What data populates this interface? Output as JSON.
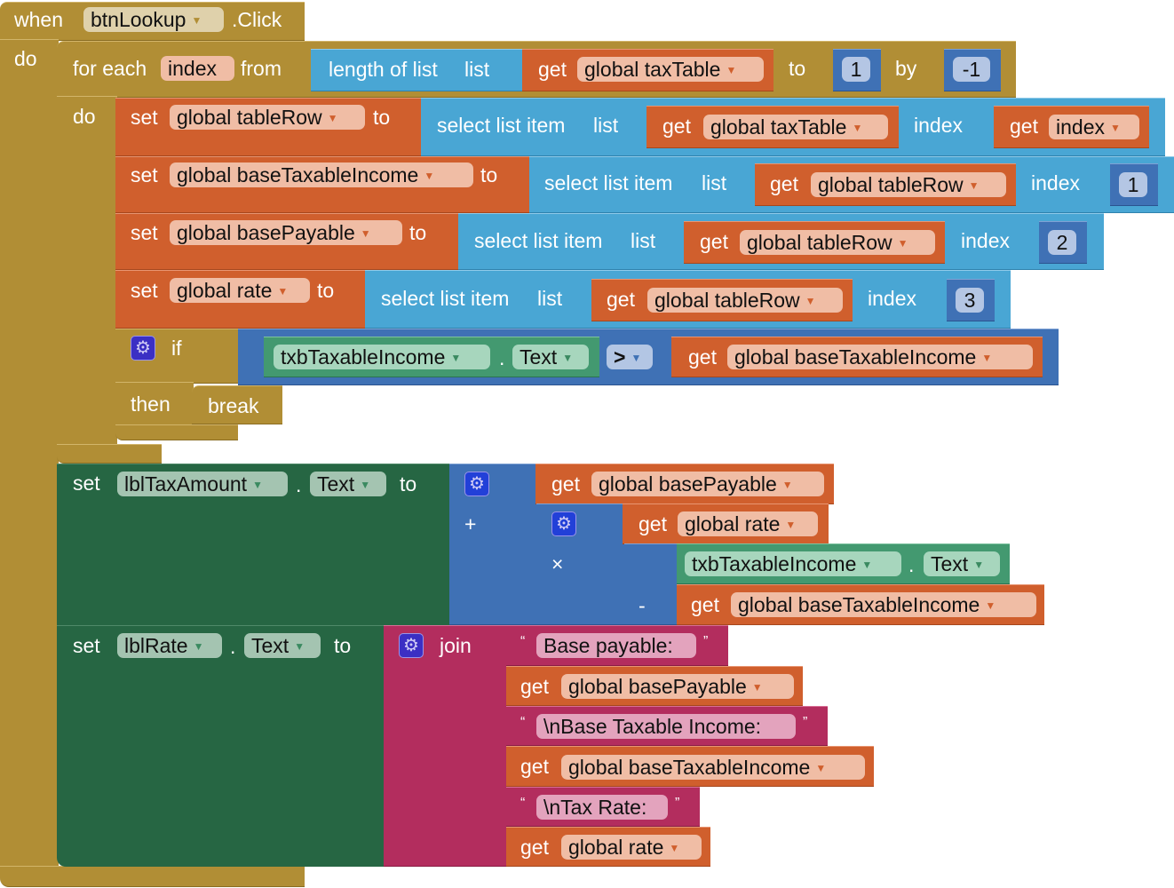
{
  "event": {
    "when": "when",
    "component": "btnLookup",
    "event": ".Click",
    "do": "do"
  },
  "for_loop": {
    "for_each": "for each",
    "var": "index",
    "from": "from",
    "length_of_list": "length of list",
    "list": "list",
    "get": "get",
    "from_var": "global taxTable",
    "to": "to",
    "to_value": "1",
    "by": "by",
    "by_value": "-1",
    "do": "do"
  },
  "sets": [
    {
      "set": "set",
      "var": "global tableRow",
      "to": "to",
      "select": "select list item",
      "list": "list",
      "get": "get",
      "list_var": "global taxTable",
      "index": "index",
      "index_get": "get",
      "index_var": "index"
    },
    {
      "set": "set",
      "var": "global baseTaxableIncome",
      "to": "to",
      "select": "select list item",
      "list": "list",
      "get": "get",
      "list_var": "global tableRow",
      "index": "index",
      "index_value": "1"
    },
    {
      "set": "set",
      "var": "global basePayable",
      "to": "to",
      "select": "select list item",
      "list": "list",
      "get": "get",
      "list_var": "global tableRow",
      "index": "index",
      "index_value": "2"
    },
    {
      "set": "set",
      "var": "global rate",
      "to": "to",
      "select": "select list item",
      "list": "list",
      "get": "get",
      "list_var": "global tableRow",
      "index": "index",
      "index_value": "3"
    }
  ],
  "if_block": {
    "if": "if",
    "then": "then",
    "component": "txbTaxableIncome",
    "dot": ".",
    "property": "Text",
    "operator": ">",
    "get": "get",
    "var": "global baseTaxableIncome",
    "break": "break"
  },
  "set_tax_amount": {
    "set": "set",
    "component": "lblTaxAmount",
    "dot": ".",
    "property": "Text",
    "to": "to",
    "plus": "+",
    "times": "×",
    "minus": "-",
    "get1": "get",
    "var1": "global basePayable",
    "get2": "get",
    "var2": "global rate",
    "component2": "txbTaxableIncome",
    "property2": "Text",
    "get3": "get",
    "var3": "global baseTaxableIncome"
  },
  "set_rate": {
    "set": "set",
    "component": "lblRate",
    "dot": ".",
    "property": "Text",
    "to": "to",
    "join": "join",
    "open_quote": "“",
    "close_quote": "”",
    "items": [
      {
        "kind": "text",
        "value": "Base payable:"
      },
      {
        "kind": "get",
        "get": "get",
        "value": "global basePayable"
      },
      {
        "kind": "text",
        "value": "\\nBase Taxable Income:"
      },
      {
        "kind": "get",
        "get": "get",
        "value": "global baseTaxableIncome"
      },
      {
        "kind": "text",
        "value": "\\nTax Rate:"
      },
      {
        "kind": "get",
        "get": "get",
        "value": "global rate"
      }
    ]
  },
  "colors": {
    "control": "#b18e35",
    "variable": "#d05f2d",
    "list": "#49a6d4",
    "math": "#3f71b5",
    "component": "#266643",
    "component_value": "#439970",
    "text": "#b32d5e",
    "mutator": "#3b2fc4"
  }
}
